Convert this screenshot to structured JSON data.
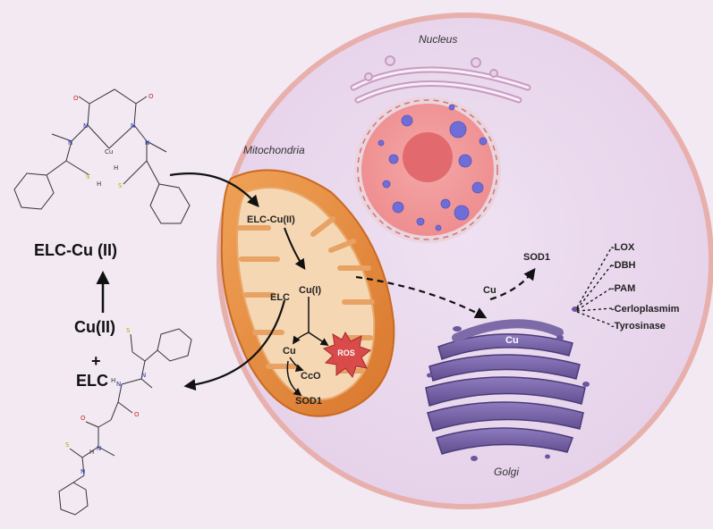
{
  "organelles": {
    "nucleus_title": "Nucleus",
    "mitochondria_title": "Mitochondria",
    "golgi_title": "Golgi"
  },
  "left_panel": {
    "complex_label": "ELC-Cu (II)",
    "cu_label": "Cu(II)",
    "plus_label": "+",
    "elc_label": "ELC"
  },
  "molecule_atoms": {
    "complex": {
      "o1": "O",
      "o2": "O",
      "n1": "N",
      "n2": "N",
      "n3": "N",
      "n4": "N",
      "cu": "Cu",
      "s1": "S",
      "s2": "S",
      "h1": "H",
      "h2": "H"
    },
    "ligand": {
      "s1": "S",
      "s2": "S",
      "n1": "N",
      "n2": "N",
      "n3": "N",
      "n4": "N",
      "h1": "H",
      "h2": "H",
      "o1": "O",
      "o2": "O"
    }
  },
  "mitochondria": {
    "elc_cu_ii": "ELC-Cu(II)",
    "elc": "ELC",
    "cu_i": "Cu(I)",
    "cu": "Cu",
    "ros": "ROS",
    "cco": "CcO",
    "sod1": "SOD1"
  },
  "cytoplasm": {
    "cu_label": "Cu",
    "sod1_label": "SOD1",
    "golgi_cu_label": "Cu"
  },
  "enzymes": [
    "-LOX",
    "-DBH",
    "-PAM",
    "-Cerloplasmim",
    "-Tyrosinase"
  ],
  "colors": {
    "background": "#f2e9f2",
    "cell_fill": "#ead8ee",
    "cell_border": "#e8a9a5",
    "mito_outer": "#e08a3c",
    "mito_inner": "#f6d7b4",
    "nucleus_fill": "#ee8f90",
    "nucleus_border": "#e9d2dd",
    "golgi_fill": "#7d6aa8",
    "ros_fill": "#d94a4a",
    "chromatin": "#6f6dd8"
  }
}
